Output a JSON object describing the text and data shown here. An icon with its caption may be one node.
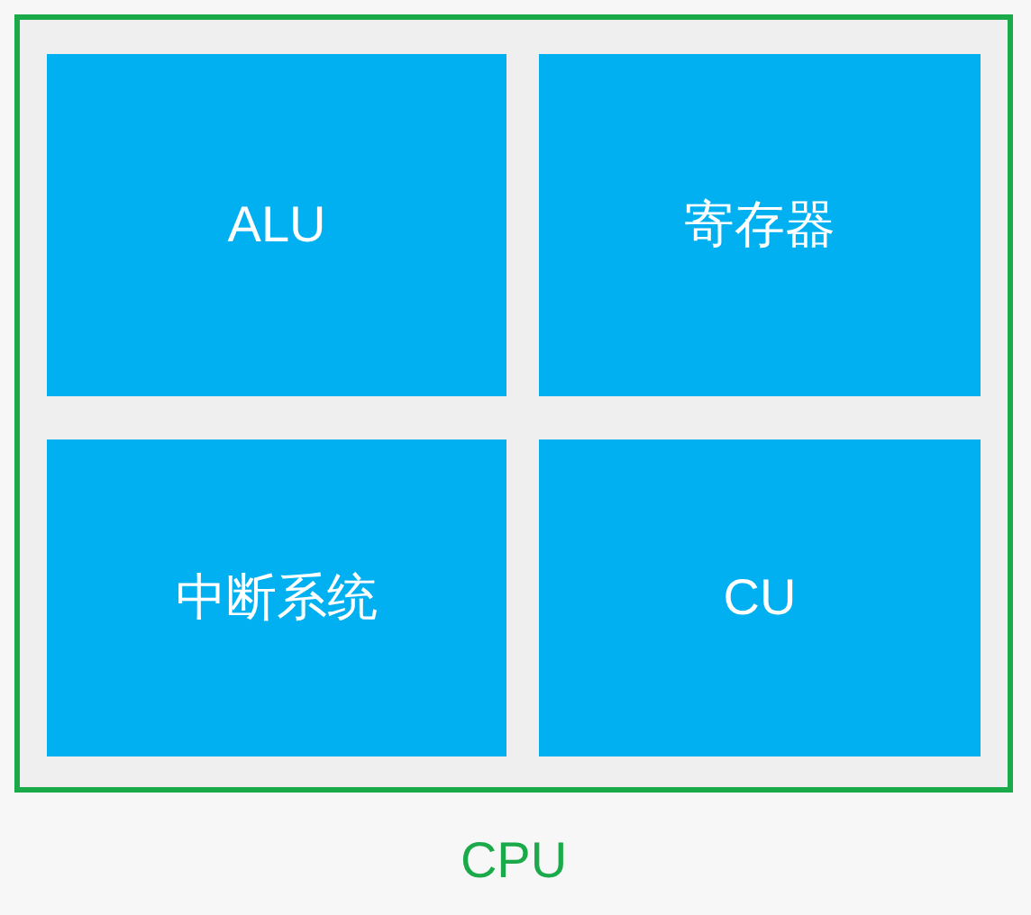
{
  "diagram": {
    "nodes": [
      {
        "text": [
          "CPU"
        ]
      },
      {
        "text": [
          "ALU"
        ],
        "in": 0
      },
      {
        "text": [
          "寄存器"
        ],
        "in": 0
      },
      {
        "text": [
          "中断系统"
        ],
        "in": 0
      },
      {
        "text": [
          "CU"
        ],
        "in": 0
      }
    ]
  }
}
